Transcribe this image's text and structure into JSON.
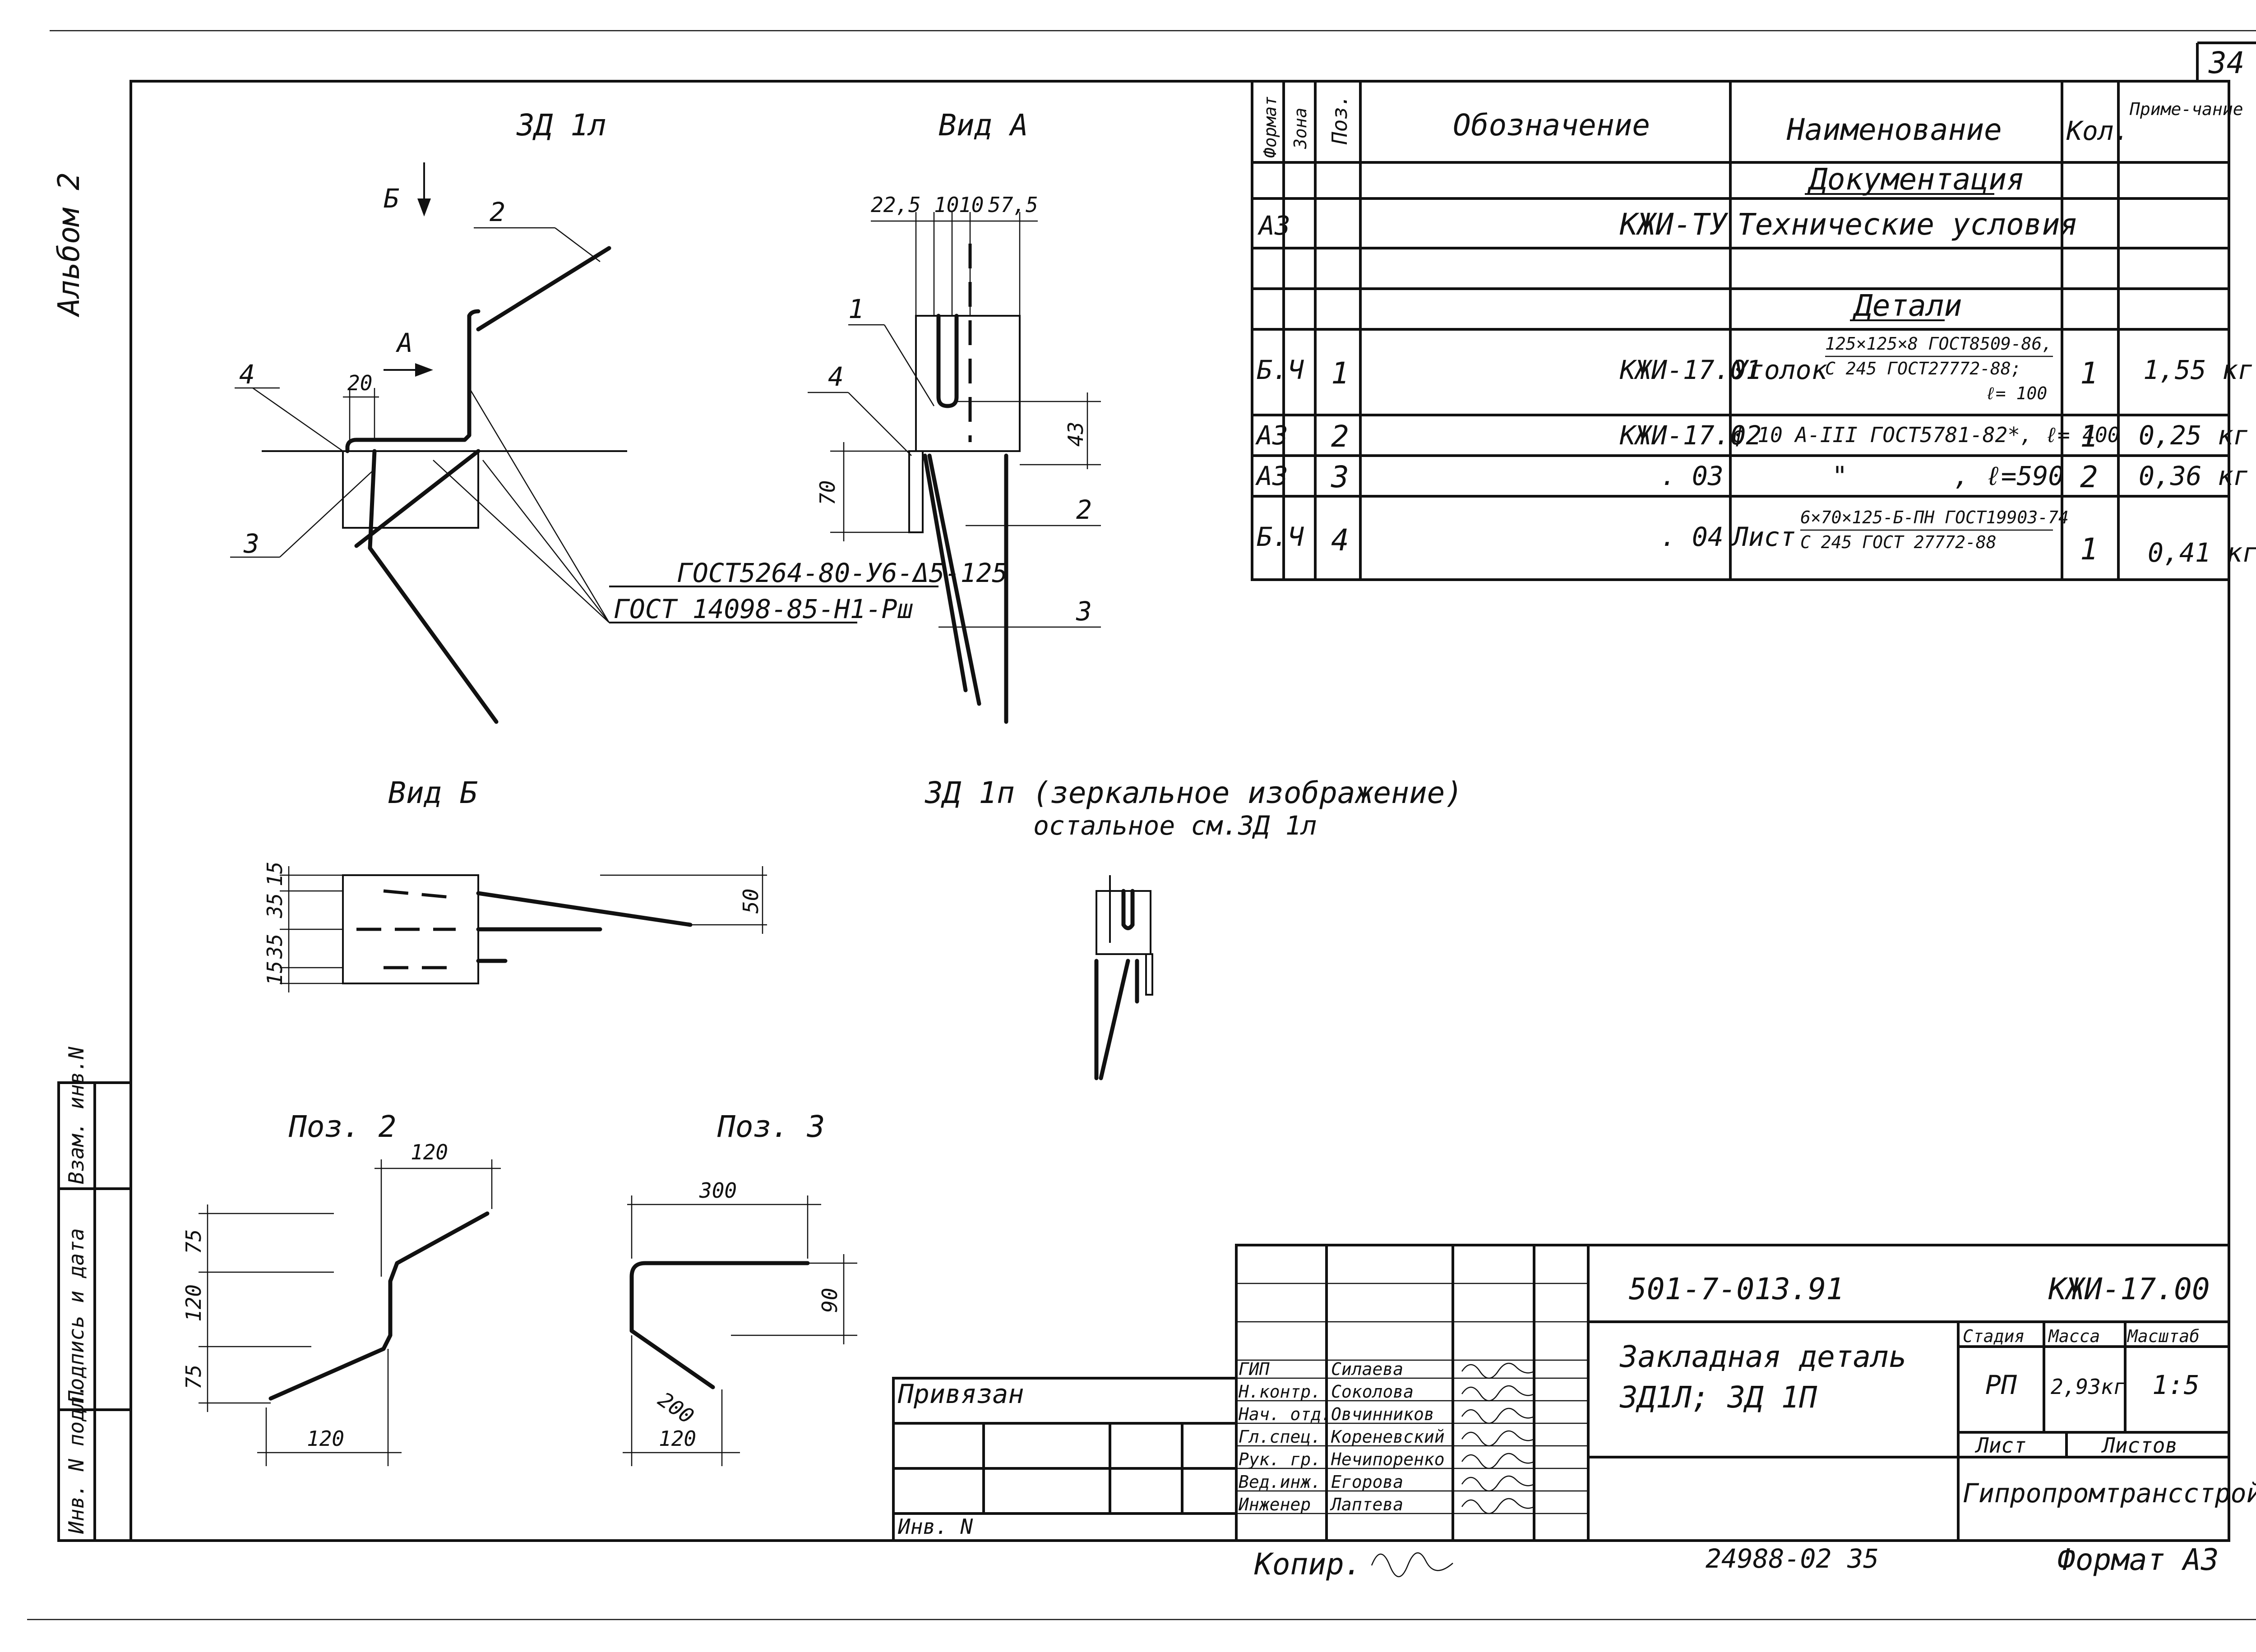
{
  "sheet_number": "34",
  "album_label": "Альбом 2",
  "views": {
    "zd1l_title": "ЗД 1л",
    "vid_a_title": "Вид А",
    "vid_b_title": "Вид Б",
    "zd1p_title": "ЗД 1п (зеркальное изображение)",
    "zd1p_subtitle": "остальное см.ЗД 1л",
    "poz2_title": "Поз. 2",
    "poz3_title": "Поз. 3"
  },
  "zd1l_marks": {
    "b_arrow": "Б",
    "a_arrow": "А",
    "dim_20": "20",
    "pos_1": "1",
    "pos_2": "2",
    "pos_3": "3",
    "pos_4": "4",
    "gost_weld_1": "ГОСТ5264-80-У6-Δ5-125",
    "gost_weld_2": "ГОСТ 14098-85-Н1-Рш"
  },
  "vid_a_dims": {
    "d225": "22,5",
    "d10a": "10",
    "d10b": "10",
    "d575": "57,5",
    "d43": "43",
    "d70": "70"
  },
  "vid_b_dims": {
    "d15a": "15",
    "d35a": "35",
    "d35b": "35",
    "d15b": "15",
    "d50": "50"
  },
  "poz2_dims": {
    "top": "120",
    "d75a": "75",
    "d120v": "120",
    "d75b": "75",
    "bottom": "120"
  },
  "poz3_dims": {
    "top": "300",
    "d90": "90",
    "d200": "200",
    "bottom": "120"
  },
  "spec": {
    "headers": {
      "format": "Формат",
      "zone": "Зона",
      "pos": "Поз.",
      "designation": "Обозначение",
      "name": "Наименование",
      "qty": "Кол.",
      "note": "Приме-чание"
    },
    "section_docs": "Документация",
    "doc_row": {
      "format": "А3",
      "designation": "КЖИ-ТУ",
      "name": "Технические условия"
    },
    "section_parts": "Детали",
    "rows": [
      {
        "format": "Б.Ч",
        "pos": "1",
        "designation": "КЖИ-17.01",
        "name_main": "Уголок",
        "name_l1": "125×125×8 ГОСТ8509-86,",
        "name_l2": "С 245 ГОСТ27772-88;",
        "name_l3": "ℓ= 100",
        "qty": "1",
        "note": "1,55 кг"
      },
      {
        "format": "А3",
        "pos": "2",
        "designation": "КЖИ-17.02",
        "name_main": "ф 10 А-III ГОСТ5781-82*, ℓ= 400",
        "qty": "1",
        "note": "0,25 кг"
      },
      {
        "format": "А3",
        "pos": "3",
        "designation": ". 03",
        "name_main": "\"",
        "name_right": ", ℓ=590",
        "qty": "2",
        "note": "0,36 кг"
      },
      {
        "format": "Б.Ч",
        "pos": "4",
        "designation": ". 04",
        "name_main": "Лист",
        "name_l1": "6×70×125-Б-ПН ГОСТ19903-74",
        "name_l2": "С 245 ГОСТ 27772-88",
        "qty": "1",
        "note": "0,41 кг"
      }
    ]
  },
  "title_block": {
    "project_code": "501-7-013.91",
    "doc_code": "КЖИ-17.00",
    "title_l1": "Закладная деталь",
    "title_l2": "ЗД1Л; ЗД 1П",
    "stage_header": "Стадия",
    "mass_header": "Масса",
    "scale_header": "Масштаб",
    "stage": "РП",
    "mass": "2,93кг",
    "scale": "1:5",
    "sheet_header": "Лист",
    "sheets_header": "Листов",
    "organization": "Гипропромтрансстрой",
    "privyazan": "Привязан",
    "inv": "Инв. N",
    "signatures": [
      {
        "role": "ГИП",
        "name": "Силаева"
      },
      {
        "role": "Н.контр.",
        "name": "Соколова"
      },
      {
        "role": "Нач. отд.",
        "name": "Овчинников"
      },
      {
        "role": "Гл.спец.",
        "name": "Кореневский"
      },
      {
        "role": "Рук. гр.",
        "name": "Нечипоренко"
      },
      {
        "role": "Вед.инж.",
        "name": "Егорова"
      },
      {
        "role": "Инженер",
        "name": "Лаптева"
      }
    ],
    "side_stamp": [
      "Инв. N подл.",
      "Подпись и дата",
      "Взам. инв.N"
    ],
    "bottom_copy": "Копир.",
    "bottom_number": "24988-02 35",
    "bottom_format": "Формат А3"
  }
}
